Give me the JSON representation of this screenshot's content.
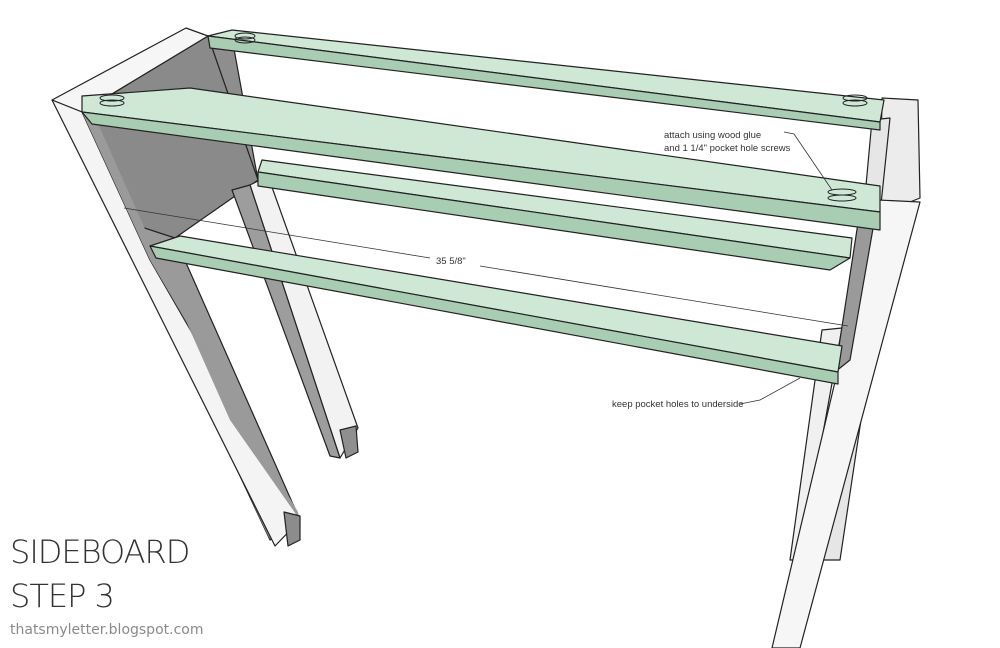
{
  "title": {
    "line1": "SIDEBOARD",
    "line2": "STEP 3"
  },
  "credit": "thatsmyletter.blogspot.com",
  "annotations": {
    "glue_line1": "attach using wood glue",
    "glue_line2": "and 1 1/4\" pocket hole screws",
    "dimension": "35 5/8\"",
    "pocket_holes": "keep pocket holes to underside"
  },
  "colors": {
    "rail_top": "#cfe8d6",
    "rail_side": "#a9cdb3",
    "panel_dark": "#8a8a8a",
    "panel_mid": "#a8a8a8",
    "leg_light": "#f4f4f4",
    "outline": "#222222"
  }
}
